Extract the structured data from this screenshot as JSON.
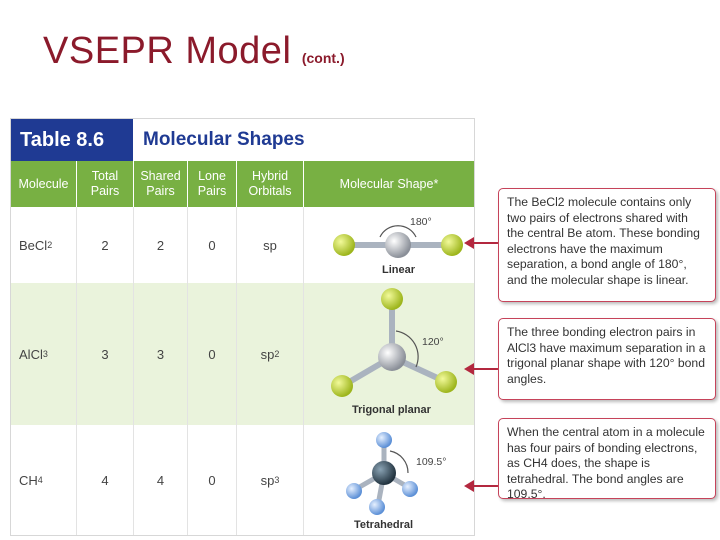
{
  "slide": {
    "title": "VSEPR Model",
    "subtitle": "(cont.)"
  },
  "table": {
    "number": "Table 8.6",
    "title": "Molecular Shapes",
    "headers": [
      "Molecule",
      "Total Pairs",
      "Shared Pairs",
      "Lone Pairs",
      "Hybrid Orbitals",
      "Molecular Shape*"
    ],
    "rows": [
      {
        "molecule": "BeCl2",
        "total": "2",
        "shared": "2",
        "lone": "0",
        "hybrid": "sp",
        "shape": "Linear",
        "angle": "180°"
      },
      {
        "molecule": "AlCl3",
        "total": "3",
        "shared": "3",
        "lone": "0",
        "hybrid": "sp2",
        "shape": "Trigonal planar",
        "angle": "120°"
      },
      {
        "molecule": "CH4",
        "total": "4",
        "shared": "4",
        "lone": "0",
        "hybrid": "sp3",
        "shape": "Tetrahedral",
        "angle": "109.5°"
      }
    ]
  },
  "callouts": [
    "The BeCl2 molecule contains only two pairs of electrons shared with the central Be atom. These bonding electrons have the maximum separation, a bond angle of 180°, and the molecular shape is linear.",
    "The three bonding electron pairs in AlCl3 have maximum separation in a trigonal planar shape with 120° bond angles.",
    "When the central atom in a molecule has four pairs of bonding electrons, as CH4 does, the shape is tetrahedral. The bond angles are 109.5°."
  ],
  "colors": {
    "title": "#8b1a2b",
    "table_number_bg": "#1f3a93",
    "header_green": "#78b043",
    "callout_border": "#c6435a",
    "chlorine": "#c8e032",
    "central_atom": "#c8ccd4",
    "carbon": "#3d5566",
    "hydrogen": "#8fb6e8"
  }
}
